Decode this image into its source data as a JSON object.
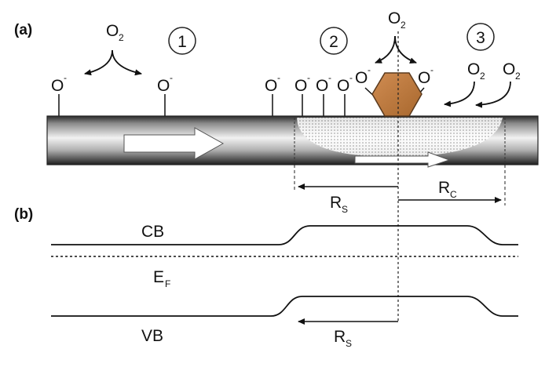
{
  "panel_a": {
    "label": "(a)",
    "regions": [
      "1",
      "2",
      "3"
    ],
    "o2_label": "O",
    "o2_subscript": "2",
    "o_ion_label": "O",
    "o_ion_superscript": "-",
    "particle_color": "#c0804a",
    "rs_label": "R",
    "rs_subscript": "S",
    "rc_label": "R",
    "rc_subscript": "C"
  },
  "panel_b": {
    "label": "(b)",
    "cb_label": "CB",
    "ef_label": "E",
    "ef_subscript": "F",
    "vb_label": "VB",
    "rs_label": "R",
    "rs_subscript": "S"
  }
}
